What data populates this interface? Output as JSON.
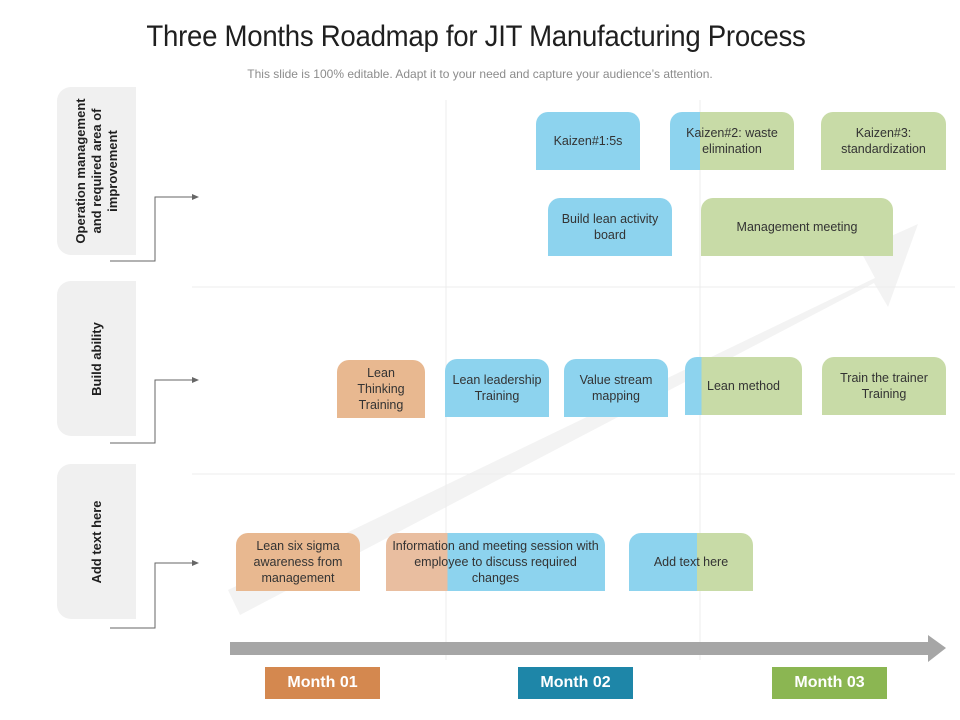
{
  "title": "Three Months Roadmap for JIT Manufacturing Process",
  "subtitle": "This slide is 100% editable. Adapt it to your need and capture your audience’s attention.",
  "rows": [
    {
      "label": "Operation management and required area of improvement"
    },
    {
      "label": "Build ability"
    },
    {
      "label": "Add text here"
    }
  ],
  "tasks": {
    "kaizen1": "Kaizen#1:5s",
    "kaizen2": "Kaizen#2: waste elimination",
    "kaizen3": "Kaizen#3: standardization",
    "build_board": "Build lean activity board",
    "mgmt_meeting": "Management meeting",
    "lean_thinking": "Lean Thinking Training",
    "lean_leadership": "Lean leadership Training",
    "value_stream": "Value stream mapping",
    "lean_method": "Lean method",
    "train_trainer": "Train the trainer Training",
    "six_sigma": "Lean six sigma awareness from management",
    "info_meeting": "Information and meeting session with employee to discuss required changes",
    "add_text": "Add text here"
  },
  "months": [
    {
      "label": "Month 01",
      "color": "#d4884f"
    },
    {
      "label": "Month 02",
      "color": "#1e86a8"
    },
    {
      "label": "Month 03",
      "color": "#8bb652"
    }
  ],
  "colors": {
    "blue": "#8dd3ee",
    "green": "#c8dba7",
    "orange": "#e8b890",
    "label_bg": "#f0f0f0",
    "timeline": "#a6a6a6"
  }
}
